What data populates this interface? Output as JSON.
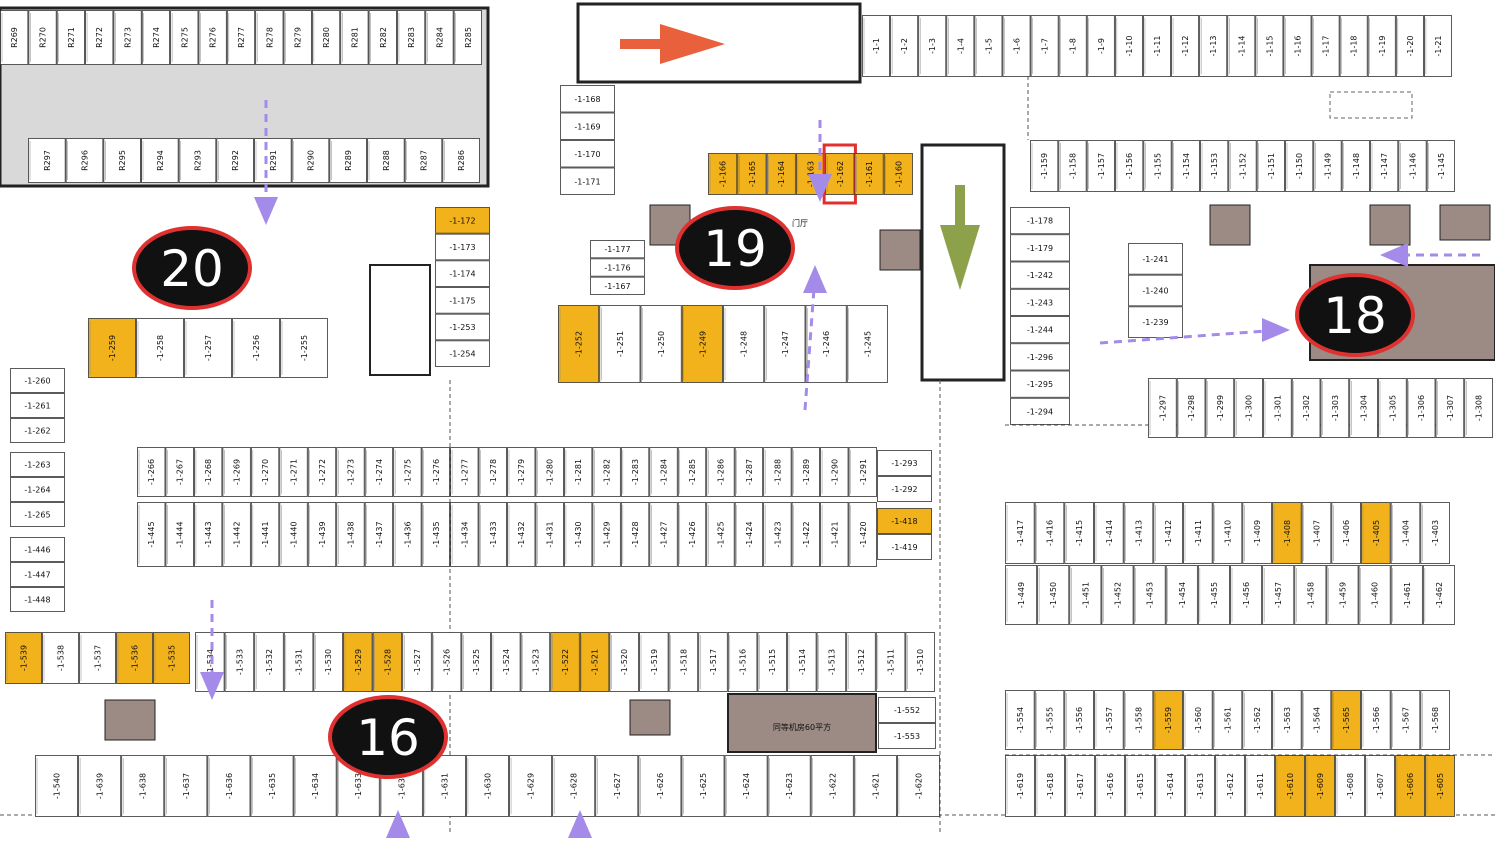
{
  "map": {
    "zones": [
      "20",
      "19",
      "18",
      "16"
    ],
    "highlighted_space": "-1-162",
    "colors": {
      "background": "#ffffff",
      "wall": "#222222",
      "space_border": "#333333",
      "sold_space": "#f2b21b",
      "room_fill": "#9c8a84",
      "zone_marker": "#111111",
      "zone_ring": "#e03131",
      "red_arrow": "#e8603c",
      "green_arrow": "#8da04a",
      "purple_arrow": "#a48bea",
      "gray_parking": "#d9d9d9"
    },
    "rows": [
      {
        "id": "row-r-top",
        "labels": [
          "R269",
          "R270",
          "R271",
          "R272",
          "R273",
          "R274",
          "R275",
          "R276",
          "R277",
          "R278",
          "R279",
          "R280",
          "R281",
          "R282",
          "R283",
          "R284",
          "R285"
        ],
        "sold": []
      },
      {
        "id": "row-r-mid",
        "labels": [
          "R297",
          "R296",
          "R295",
          "R294",
          "R293",
          "R292",
          "R291",
          "R290",
          "R289",
          "R288",
          "R287",
          "R286"
        ],
        "sold": []
      },
      {
        "id": "row-top-right",
        "labels": [
          "-1-1",
          "-1-2",
          "-1-3",
          "-1-4",
          "-1-5",
          "-1-6",
          "-1-7",
          "-1-8",
          "-1-9",
          "-1-10",
          "-1-11",
          "-1-12",
          "-1-13",
          "-1-14",
          "-1-15",
          "-1-16",
          "-1-17",
          "-1-18",
          "-1-19",
          "-1-20",
          "-1-21"
        ],
        "sold": []
      },
      {
        "id": "row-166-160",
        "labels": [
          "-1-166",
          "-1-165",
          "-1-164",
          "-1-163",
          "-1-162",
          "-1-161",
          "-1-160"
        ],
        "sold": [
          "-1-166",
          "-1-165",
          "-1-164",
          "-1-163",
          "-1-162",
          "-1-161",
          "-1-160"
        ]
      },
      {
        "id": "row-159-145",
        "labels": [
          "-1-159",
          "-1-158",
          "-1-157",
          "-1-156",
          "-1-155",
          "-1-154",
          "-1-153",
          "-1-152",
          "-1-151",
          "-1-150",
          "-1-149",
          "-1-148",
          "-1-147",
          "-1-146",
          "-1-145"
        ],
        "sold": []
      },
      {
        "id": "row-168-171",
        "labels": [
          "-1-168",
          "-1-169",
          "-1-170",
          "-1-171"
        ],
        "sold": []
      },
      {
        "id": "row-172-254",
        "labels": [
          "-1-172",
          "-1-173",
          "-1-174",
          "-1-175",
          "-1-253",
          "-1-254"
        ],
        "sold": [
          "-1-172"
        ]
      },
      {
        "id": "row-258-255",
        "labels": [
          "-1-259",
          "-1-258",
          "-1-257",
          "-1-256",
          "-1-255"
        ],
        "sold": [
          "-1-259"
        ]
      },
      {
        "id": "row-252-245",
        "labels": [
          "-1-252",
          "-1-251",
          "-1-250",
          "-1-249",
          "-1-248",
          "-1-247",
          "-1-246",
          "-1-245"
        ],
        "sold": [
          "-1-252",
          "-1-249"
        ]
      },
      {
        "id": "row-177-176",
        "labels": [
          "-1-177",
          "-1-176",
          "-1-167"
        ],
        "sold": []
      },
      {
        "id": "row-178-294",
        "labels": [
          "-1-178",
          "-1-179",
          "-1-242",
          "-1-243",
          "-1-244",
          "-1-296",
          "-1-295",
          "-1-294"
        ],
        "sold": []
      },
      {
        "id": "row-241-239",
        "labels": [
          "-1-241",
          "-1-240",
          "-1-239"
        ],
        "sold": []
      },
      {
        "id": "row-297-308",
        "labels": [
          "-1-297",
          "-1-298",
          "-1-299",
          "-1-300",
          "-1-301",
          "-1-302",
          "-1-303",
          "-1-304",
          "-1-305",
          "-1-306",
          "-1-307",
          "-1-308"
        ],
        "sold": []
      },
      {
        "id": "row-260-262",
        "labels": [
          "-1-260",
          "-1-261",
          "-1-262"
        ],
        "sold": []
      },
      {
        "id": "row-263-265",
        "labels": [
          "-1-263",
          "-1-264",
          "-1-265"
        ],
        "sold": []
      },
      {
        "id": "row-446-448",
        "labels": [
          "-1-446",
          "-1-447",
          "-1-448"
        ],
        "sold": []
      },
      {
        "id": "row-266-291",
        "labels": [
          "-1-266",
          "-1-267",
          "-1-268",
          "-1-269",
          "-1-270",
          "-1-271",
          "-1-272",
          "-1-273",
          "-1-274",
          "-1-275",
          "-1-276",
          "-1-277",
          "-1-278",
          "-1-279",
          "-1-280",
          "-1-281",
          "-1-282",
          "-1-283",
          "-1-284",
          "-1-285",
          "-1-286",
          "-1-287",
          "-1-288",
          "-1-289",
          "-1-290",
          "-1-291"
        ],
        "sold": []
      },
      {
        "id": "row-293-292",
        "labels": [
          "-1-293",
          "-1-292"
        ],
        "sold": []
      },
      {
        "id": "row-445-420",
        "labels": [
          "-1-445",
          "-1-444",
          "-1-443",
          "-1-442",
          "-1-441",
          "-1-440",
          "-1-439",
          "-1-438",
          "-1-437",
          "-1-436",
          "-1-435",
          "-1-434",
          "-1-433",
          "-1-432",
          "-1-431",
          "-1-430",
          "-1-429",
          "-1-428",
          "-1-427",
          "-1-426",
          "-1-425",
          "-1-424",
          "-1-423",
          "-1-422",
          "-1-421",
          "-1-420"
        ],
        "sold": []
      },
      {
        "id": "row-418-419",
        "labels": [
          "-1-418",
          "-1-419"
        ],
        "sold": [
          "-1-418"
        ]
      },
      {
        "id": "row-417-403",
        "labels": [
          "-1-417",
          "-1-416",
          "-1-415",
          "-1-414",
          "-1-413",
          "-1-412",
          "-1-411",
          "-1-410",
          "-1-409",
          "-1-408",
          "-1-407",
          "-1-406",
          "-1-405",
          "-1-404",
          "-1-403"
        ],
        "sold": [
          "-1-408",
          "-1-405"
        ]
      },
      {
        "id": "row-449-462",
        "labels": [
          "-1-449",
          "-1-450",
          "-1-451",
          "-1-452",
          "-1-453",
          "-1-454",
          "-1-455",
          "-1-456",
          "-1-457",
          "-1-458",
          "-1-459",
          "-1-460",
          "-1-461",
          "-1-462"
        ],
        "sold": []
      },
      {
        "id": "row-539-535",
        "labels": [
          "-1-539",
          "-1-538",
          "-1-537",
          "-1-536",
          "-1-535"
        ],
        "sold": [
          "-1-539",
          "-1-536",
          "-1-535"
        ]
      },
      {
        "id": "row-534-510",
        "labels": [
          "-1-534",
          "-1-533",
          "-1-532",
          "-1-531",
          "-1-530",
          "-1-529",
          "-1-528",
          "-1-527",
          "-1-526",
          "-1-525",
          "-1-524",
          "-1-523",
          "-1-522",
          "-1-521",
          "-1-520",
          "-1-519",
          "-1-518",
          "-1-517",
          "-1-516",
          "-1-515",
          "-1-514",
          "-1-513",
          "-1-512",
          "-1-511",
          "-1-510"
        ],
        "sold": [
          "-1-529",
          "-1-528",
          "-1-522",
          "-1-521"
        ]
      },
      {
        "id": "row-552-553",
        "labels": [
          "-1-552",
          "-1-553"
        ],
        "sold": []
      },
      {
        "id": "row-554-568",
        "labels": [
          "-1-554",
          "-1-555",
          "-1-556",
          "-1-557",
          "-1-558",
          "-1-559",
          "-1-560",
          "-1-561",
          "-1-562",
          "-1-563",
          "-1-564",
          "-1-565",
          "-1-566",
          "-1-567",
          "-1-568"
        ],
        "sold": [
          "-1-559",
          "-1-565"
        ]
      },
      {
        "id": "row-bottom-left",
        "labels": [
          "-1-540",
          "-1-639",
          "-1-638",
          "-1-637",
          "-1-636",
          "-1-635",
          "-1-634",
          "-1-633",
          "-1-632",
          "-1-631",
          "-1-630",
          "-1-629",
          "-1-628",
          "-1-627",
          "-1-626",
          "-1-625",
          "-1-624",
          "-1-623",
          "-1-622",
          "-1-621",
          "-1-620"
        ],
        "sold": []
      },
      {
        "id": "row-bottom-right",
        "labels": [
          "-1-619",
          "-1-618",
          "-1-617",
          "-1-616",
          "-1-615",
          "-1-614",
          "-1-613",
          "-1-612",
          "-1-611",
          "-1-610",
          "-1-609",
          "-1-608",
          "-1-607",
          "-1-606",
          "-1-605"
        ],
        "sold": [
          "-1-610",
          "-1-609",
          "-1-606",
          "-1-605"
        ]
      }
    ],
    "rooms": {
      "equipment_label": "同等机房60平方",
      "stair_label": "门厅"
    }
  }
}
